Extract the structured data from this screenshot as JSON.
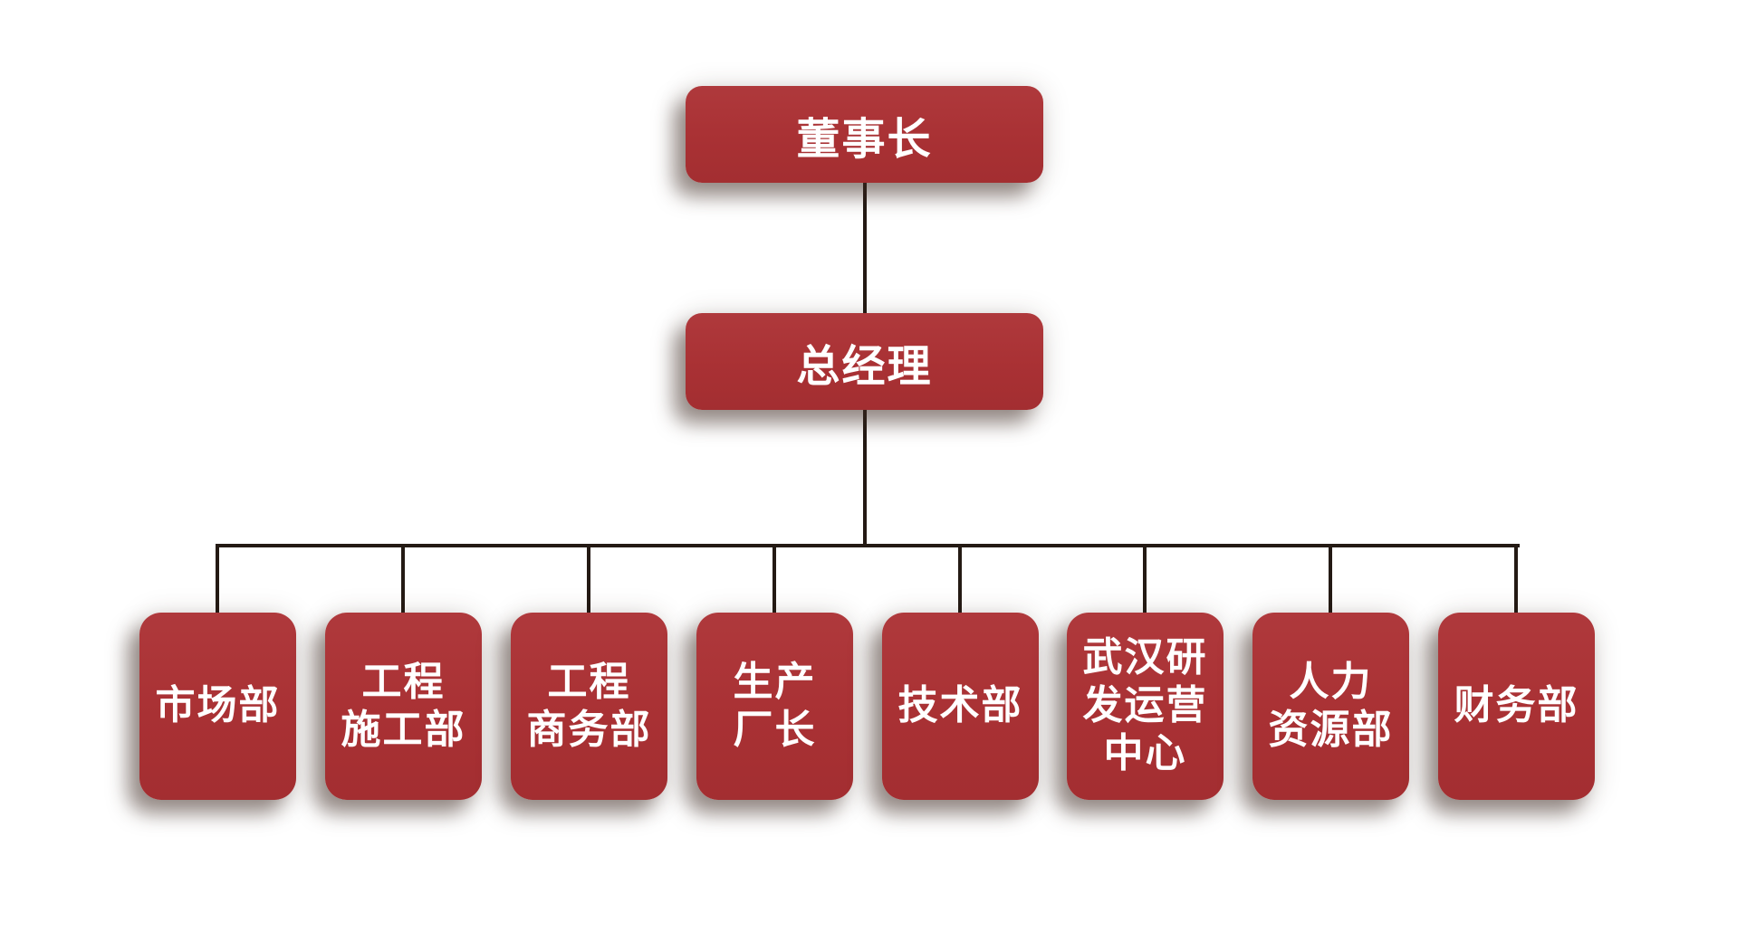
{
  "colors": {
    "background": "#ffffff",
    "box_fill": "#A93134",
    "box_fill_light": "#AF393C",
    "box_fill_dark": "#A32E31",
    "box_text": "#ffffff",
    "connector": "#241A14"
  },
  "chart": {
    "type": "org-chart",
    "level1": {
      "label": "董事长"
    },
    "level2": {
      "label": "总经理"
    },
    "departments": [
      {
        "id": "marketing",
        "label": "市场部"
      },
      {
        "id": "engineering-construction",
        "label": "工程\n施工部"
      },
      {
        "id": "engineering-commerce",
        "label": "工程\n商务部"
      },
      {
        "id": "production-director",
        "label": "生产\n厂长"
      },
      {
        "id": "technology",
        "label": "技术部"
      },
      {
        "id": "wuhan-rd-operations",
        "label": "武汉研\n发运营\n中心"
      },
      {
        "id": "human-resources",
        "label": "人力\n资源部"
      },
      {
        "id": "finance",
        "label": "财务部"
      }
    ]
  }
}
